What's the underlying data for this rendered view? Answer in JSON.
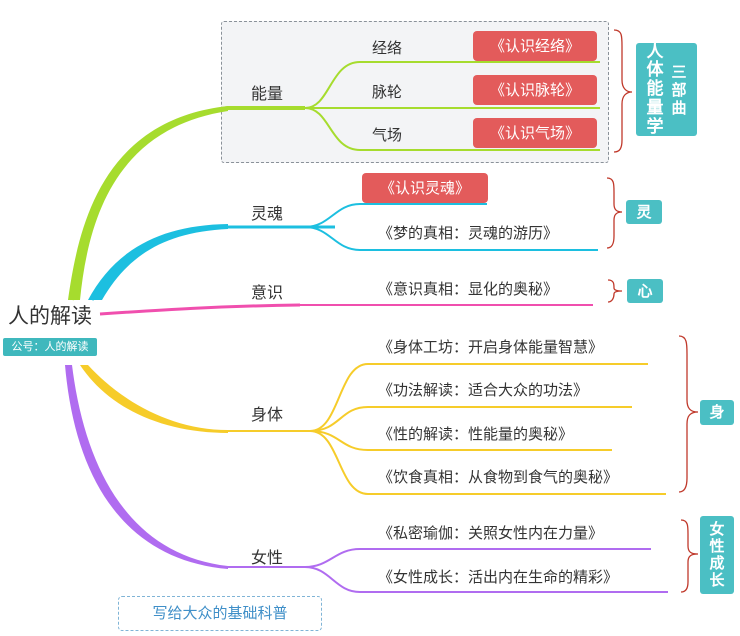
{
  "root": {
    "title": "人的解读",
    "subtitle": "公号：人的解读"
  },
  "branches": {
    "energy": {
      "label": "能量",
      "leaves": [
        "经络",
        "脉轮",
        "气场"
      ],
      "books": [
        "《认识经络》",
        "《认识脉轮》",
        "《认识气场》"
      ],
      "tag": "人体能量学",
      "tag2": "三部曲"
    },
    "soul": {
      "label": "灵魂",
      "books": [
        "《认识灵魂》",
        "《梦的真相：灵魂的游历》"
      ],
      "tag": "灵"
    },
    "consciousness": {
      "label": "意识",
      "books": [
        "《意识真相：显化的奥秘》"
      ],
      "tag": "心"
    },
    "body": {
      "label": "身体",
      "books": [
        "《身体工坊：开启身体能量智慧》",
        "《功法解读：适合大众的功法》",
        "《性的解读：性能量的奥秘》",
        "《饮食真相：从食物到食气的奥秘》"
      ],
      "tag": "身"
    },
    "women": {
      "label": "女性",
      "books": [
        "《私密瑜伽：关照女性内在力量》",
        "《女性成长：活出内在生命的精彩》"
      ],
      "tag": "女性成长"
    }
  },
  "footer": "写给大众的基础科普",
  "colors": {
    "energy": "#a6dc2e",
    "soul": "#1cbfe0",
    "consciousness": "#f04fae",
    "body": "#f6cc2a",
    "women": "#b06cf0",
    "bracket": "#c0392b",
    "teal": "#4bbfc4",
    "red": "#e35b5b"
  }
}
